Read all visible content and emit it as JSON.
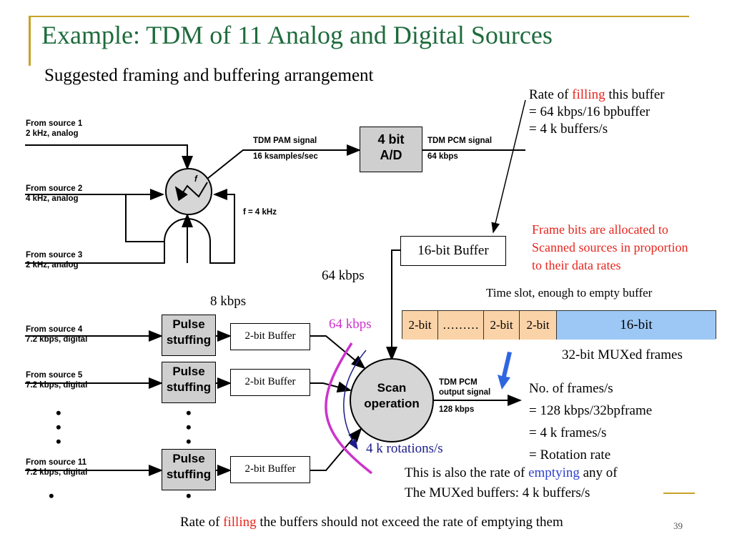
{
  "slide": {
    "title": "Example: TDM of 11 Analog and Digital Sources",
    "subtitle": "Suggested framing and buffering arrangement",
    "page_number": "39",
    "accent_color": "#c8a227",
    "title_color": "#1e6b3c"
  },
  "sources": [
    {
      "name": "From source 1",
      "spec": "2 kHz, analog"
    },
    {
      "name": "From source 2",
      "spec": "4 kHz, analog"
    },
    {
      "name": "From source 3",
      "spec": "2 kHz, analog"
    },
    {
      "name": "From source 4",
      "spec": "7.2 kbps, digital"
    },
    {
      "name": "From source 5",
      "spec": "7.2 kbps, digital"
    },
    {
      "name": "From source 11",
      "spec": "7.2 kbps, digital"
    }
  ],
  "commutator": {
    "freq_label": "f = 4 kHz",
    "f_symbol": "f"
  },
  "pam": {
    "label": "TDM PAM signal",
    "rate": "16 ksamples/sec"
  },
  "ad": {
    "line1": "4 bit",
    "line2": "A/D"
  },
  "pcm": {
    "label": "TDM PCM signal",
    "rate": "64 kbps"
  },
  "pulse_stuffing": {
    "line1": "Pulse",
    "line2": "stuffing"
  },
  "buffers": {
    "two_bit": "2-bit Buffer",
    "sixteen_bit": "16-bit Buffer"
  },
  "scan": {
    "line1": "Scan",
    "line2": "operation"
  },
  "output": {
    "line1": "TDM PCM",
    "line2": "output signal",
    "rate": "128 kbps"
  },
  "labels": {
    "rate_64kbps": "64 kbps",
    "rate_8kbps": "8 kbps",
    "rate_64kbps_magenta": "64 kbps",
    "rotations": "4 k rotations/s"
  },
  "notes": {
    "fill_rate": {
      "prefix": "Rate of ",
      "highlight": "filling",
      "suffix": " this buffer",
      "line2": "= 64 kbps/16 bpbuffer",
      "line3": "= 4 k buffers/s"
    },
    "frame_bits": {
      "line1": "Frame bits are allocated to",
      "line2": "Scanned sources in proportion",
      "line3": "to their data rates"
    },
    "frames": {
      "line1": "No. of frames/s",
      "line2": "= 128 kbps/32bpframe",
      "line3": "= 4 k frames/s",
      "line4": "= Rotation rate"
    },
    "emptying": {
      "prefix": "This is also the rate of ",
      "highlight": "emptying",
      "suffix": " any of",
      "line2": "The MUXed buffers: 4 k buffers/s"
    },
    "bottom": {
      "prefix": "Rate of ",
      "highlight": "filling",
      "suffix": " the buffers should not exceed the rate of emptying them"
    }
  },
  "frame": {
    "time_slot_label": "Time slot, enough to empty buffer",
    "cells": [
      "2-bit",
      "………",
      "2-bit",
      "2-bit",
      "16-bit"
    ],
    "caption": "32-bit MUXed frames",
    "small_cell_color": "#fbd3a8",
    "big_cell_color": "#9dc8f5"
  }
}
